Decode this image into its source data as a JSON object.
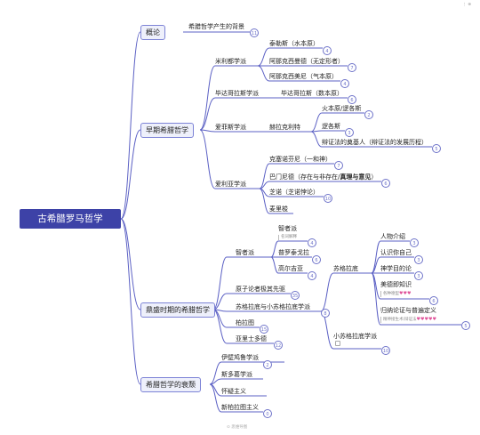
{
  "title": "古希腊罗马哲学",
  "corner_text": "⋮ ⊕",
  "footer_text": "⊙ 思维导图",
  "branches": {
    "overview": "概论",
    "early": "早期希腊哲学",
    "flourish": "鼎盛时期的希腊哲学",
    "decline": "希腊哲学的衰颓"
  },
  "nodes": {
    "bg": "希腊哲学产生的背景",
    "miletus": "米利都学派",
    "thales": "泰勒斯（水本原）",
    "anaximander": "阿那克西曼德（无定形者）",
    "anaximenes": "阿那克西美尼（气本原）",
    "pythagorean": "毕达哥拉斯学派",
    "pythagoras": "毕达哥拉斯（数本原）",
    "ephesus": "爱菲斯学派",
    "heraclitus": "赫拉克利特",
    "fire": "火本原/逻各斯",
    "logos": "逻各斯",
    "dialectic": "辩证法的奠基人（辩证法的发展历程）",
    "eleatic": "爱利亚学派",
    "xenophanes": "克塞诺芬尼（一和神）",
    "parmenides_a": "巴门尼德（存在与非存在/",
    "parmenides_b": "真理与意见",
    "parmenides_c": "）",
    "zeno": "芝诺（芝诺悖论）",
    "melissus": "麦里梭",
    "sophists": "智者派",
    "sophist_def": "智者派",
    "sophist_note": "名词解释",
    "protagoras": "普罗泰戈拉",
    "gorgias": "高尔吉亚",
    "socrates_school": "苏格拉底",
    "intro": "人物介绍",
    "know": "认识你自己",
    "teleology": "神学目的论",
    "virtue": "美德即知识",
    "virtue_note": "各种德型",
    "induction": "归纳论证与普遍定义",
    "induction_note": "精神接生术/辩证法",
    "minor_socratic": "小苏格拉底学派",
    "atomist": "原子论者极其先驱",
    "socrates_minor": "苏格拉底与小苏格拉底学派",
    "plato": "柏拉图",
    "aristotle": "亚里士多德",
    "epicurean": "伊壁鸠鲁学派",
    "stoic": "斯多葛学派",
    "skeptic": "怀疑主义",
    "neoplatonic": "新柏拉图主义"
  },
  "badges": {
    "bg": "11",
    "thales": "4",
    "anaximander": "7",
    "anaximenes": "4",
    "pythagoras": "6",
    "fire": "2",
    "logos": "3",
    "dialectic": "5",
    "xenophanes": "7",
    "parmenides": "6",
    "zeno": "10",
    "sophist_def": "4",
    "protagoras": "6",
    "gorgias": "4",
    "intro": "3",
    "know": "3",
    "teleology": "3",
    "virtue": "6",
    "induction": "5",
    "minor_socratic": "10",
    "atomist": "35",
    "socrates_minor": "8",
    "plato": "15",
    "aristotle": "12",
    "stoic": "2",
    "neoplatonic": "0"
  },
  "colors": {
    "accent": "#3d42a7",
    "line": "#5b60c4",
    "branch_fill": "#eef0fb",
    "heart": "#e0559b"
  }
}
